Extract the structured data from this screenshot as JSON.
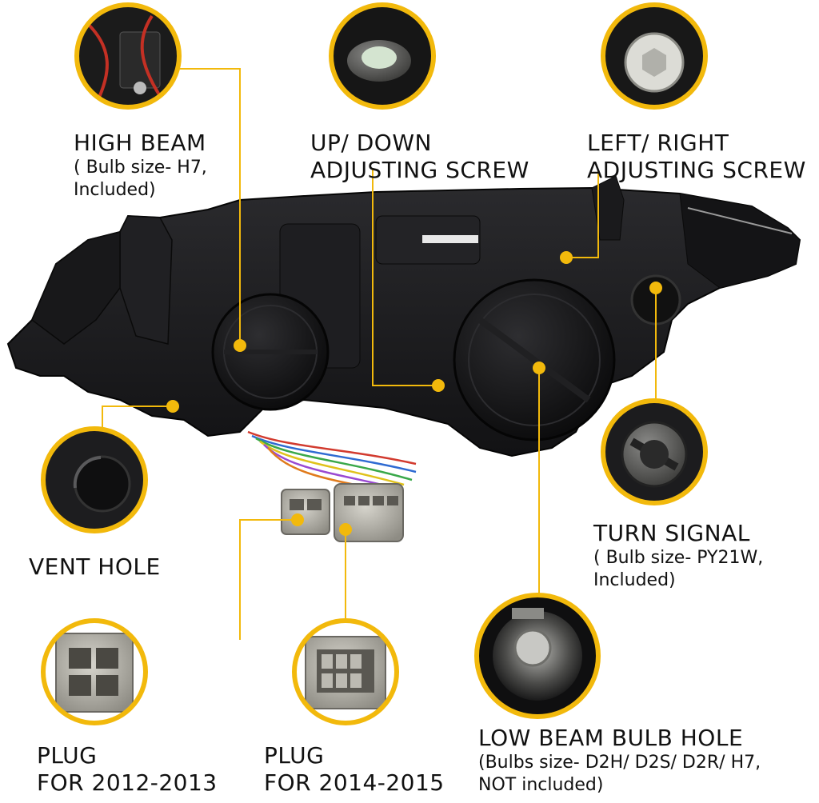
{
  "colors": {
    "accent": "#f2b90c",
    "housing": "#1b1b1d",
    "background": "#ffffff"
  },
  "callouts": {
    "high_beam": {
      "title": "HIGH BEAM",
      "sub1": "( Bulb size- H7,",
      "sub2": "Included)"
    },
    "up_down": {
      "line1": "UP/ DOWN",
      "line2": "ADJUSTING SCREW"
    },
    "left_right": {
      "line1": "LEFT/ RIGHT",
      "line2": "ADJUSTING SCREW"
    },
    "vent_hole": {
      "title": "VENT HOLE"
    },
    "turn_signal": {
      "title": "TURN SIGNAL",
      "sub1": "( Bulb size- PY21W,",
      "sub2": "Included)"
    },
    "plug_2012": {
      "line1": "PLUG",
      "line2": "FOR 2012-2013"
    },
    "plug_2014": {
      "line1": "PLUG",
      "line2": "FOR 2014-2015"
    },
    "low_beam": {
      "title": "LOW BEAM BULB HOLE",
      "sub1": "(Bulbs size- D2H/ D2S/ D2R/ H7,",
      "sub2": "NOT included)"
    }
  }
}
